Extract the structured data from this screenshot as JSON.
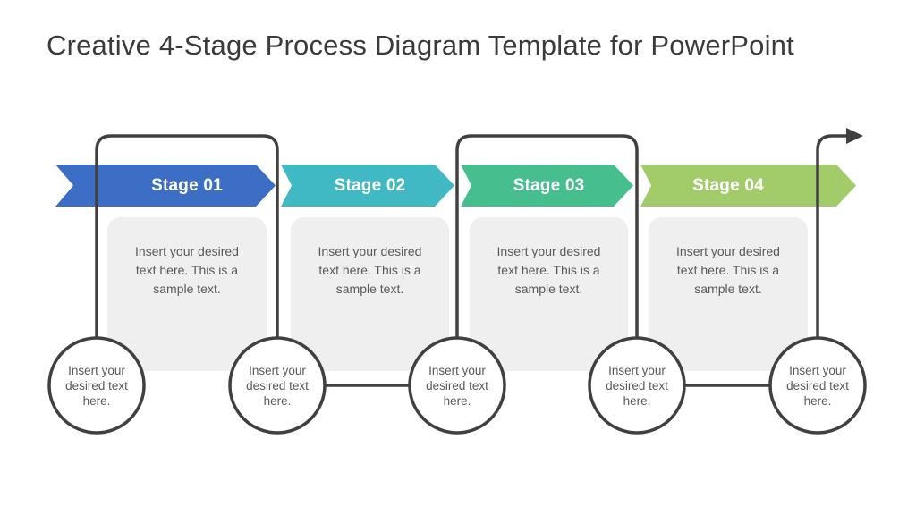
{
  "title": "Creative 4-Stage Process Diagram Template for PowerPoint",
  "colors": {
    "title_text": "#3B3B3B",
    "line": "#404040",
    "box_fill": "#EFEFEF",
    "body_text": "#595959",
    "circle_fill": "#FFFFFF"
  },
  "stages": [
    {
      "label": "Stage 01",
      "color": "#3B6EC4",
      "body_text": "Insert your desired text here. This is a sample text."
    },
    {
      "label": "Stage 02",
      "color": "#40B9C4",
      "body_text": "Insert your desired text here. This is a sample text."
    },
    {
      "label": "Stage 03",
      "color": "#46BE8D",
      "body_text": "Insert your desired text here. This is a sample text."
    },
    {
      "label": "Stage 04",
      "color": "#A2CB69",
      "body_text": "Insert your desired text here. This is a sample text."
    }
  ],
  "circles": [
    {
      "text": "Insert your desired text here."
    },
    {
      "text": "Insert your desired text here."
    },
    {
      "text": "Insert your desired text here."
    },
    {
      "text": "Insert your desired text here."
    },
    {
      "text": "Insert your desired text here."
    }
  ]
}
